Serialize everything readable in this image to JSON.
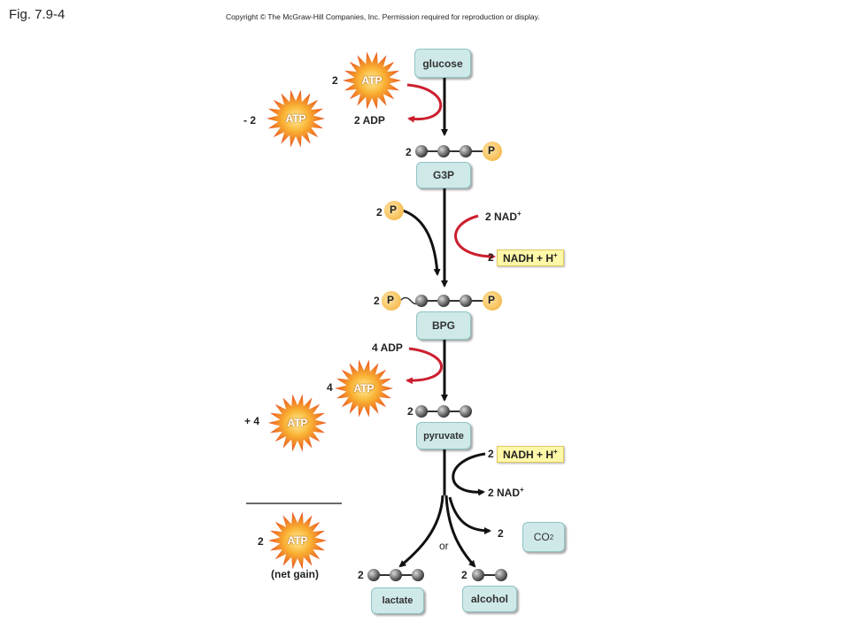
{
  "figure_label": "Fig. 7.9-4",
  "copyright": "Copyright © The McGraw-Hill Companies, Inc. Permission required for reproduction or display.",
  "molecules": {
    "glucose": "glucose",
    "g3p": "G3P",
    "bpg": "BPG",
    "pyruvate": "pyruvate",
    "lactate": "lactate",
    "alcohol": "alcohol",
    "co2": "CO",
    "co2_sub": "2"
  },
  "atp_label": "ATP",
  "phosphate_label": "P",
  "counts": {
    "atp_in": "2",
    "atp_in_tally": "- 2",
    "g3p": "2",
    "phosphate_in": "2",
    "nadh_1": "2",
    "bpg": "2",
    "atp_out": "4",
    "atp_out_tally": "+ 4",
    "pyruvate": "2",
    "nadh_2": "2",
    "nad_2": "2 NAD",
    "co2": "2",
    "lactate": "2",
    "alcohol": "2",
    "net": "2"
  },
  "labels": {
    "adp_1": "2 ADP",
    "nad_1": "2 NAD",
    "nad_sup": "+",
    "nadh": "NADH + H",
    "adp_2": "4 ADP",
    "or": "or",
    "net_gain": "(net gain)"
  }
}
